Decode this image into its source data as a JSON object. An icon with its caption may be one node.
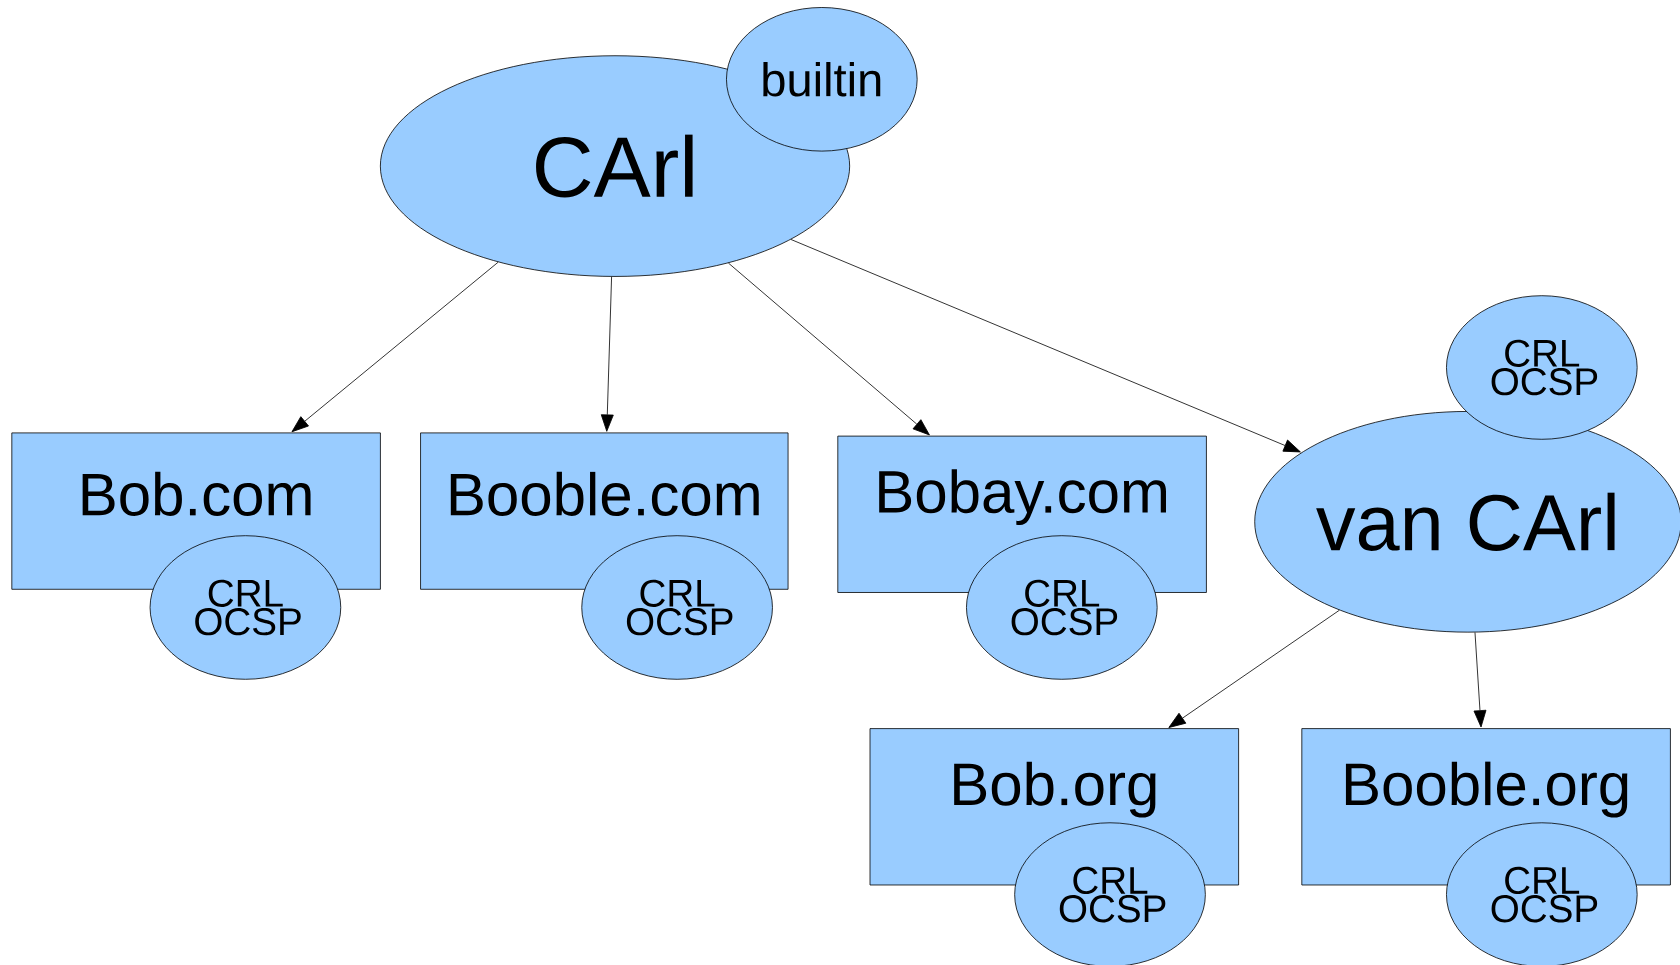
{
  "diagram": {
    "nodes": [
      {
        "text": [
          "CArl"
        ]
      },
      {
        "text": [
          "builtin"
        ]
      },
      {
        "text": [
          "Bob.com"
        ]
      },
      {
        "text": [
          "CRL OCSP"
        ]
      },
      {
        "text": [
          "Booble.com"
        ]
      },
      {
        "text": [
          "CRL OCSP"
        ]
      },
      {
        "text": [
          "Bobay.com"
        ]
      },
      {
        "text": [
          "CRL OCSP"
        ]
      },
      {
        "text": [
          "van CArl"
        ]
      },
      {
        "text": [
          "CRL OCSP"
        ]
      },
      {
        "text": [
          "Bob.org"
        ]
      },
      {
        "text": [
          "CRL OCSP"
        ]
      },
      {
        "text": [
          "Booble.org"
        ]
      },
      {
        "text": [
          "CRL OCSP"
        ]
      }
    ],
    "edges": [
      {
        "from": 0,
        "to": 2,
        "arrow": "to"
      },
      {
        "from": 0,
        "to": 4,
        "arrow": "to"
      },
      {
        "from": 0,
        "to": 6,
        "arrow": "to"
      },
      {
        "from": 0,
        "to": 8,
        "arrow": "to"
      },
      {
        "from": 8,
        "to": 10,
        "arrow": "to"
      },
      {
        "from": 8,
        "to": 12,
        "arrow": "to"
      }
    ]
  }
}
